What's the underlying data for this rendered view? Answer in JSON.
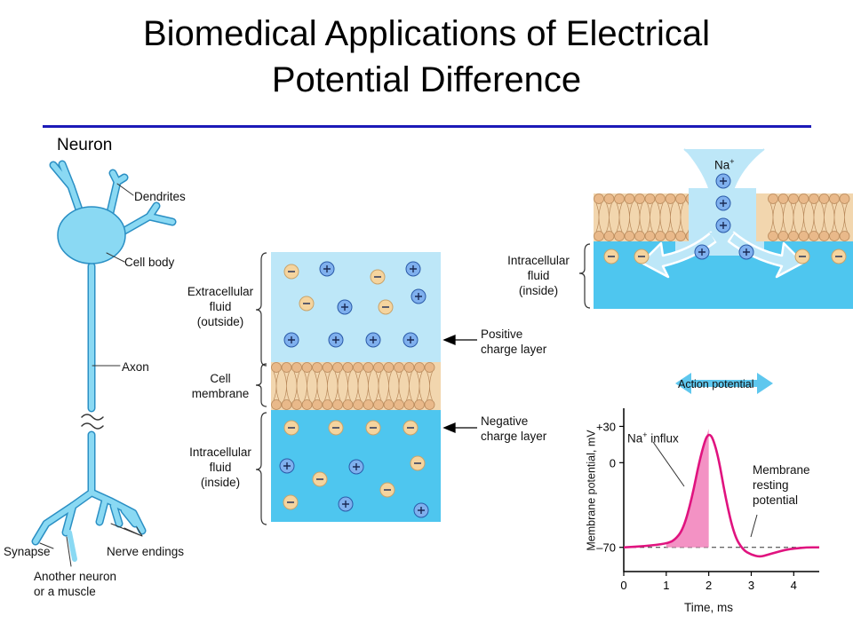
{
  "title": {
    "line1": "Biomedical Applications of Electrical",
    "line2": "Potential Difference"
  },
  "neuron_label": "Neuron",
  "neuron": {
    "dendrites": "Dendrites",
    "cell_body": "Cell body",
    "axon": "Axon",
    "synapse": "Synapse",
    "nerve_endings": "Nerve endings",
    "another": [
      "Another neuron",
      "or a muscle"
    ]
  },
  "membrane": {
    "extracellular": [
      "Extracellular",
      "fluid",
      "(outside)"
    ],
    "cell_membrane": [
      "Cell",
      "membrane"
    ],
    "intracellular": [
      "Intracellular",
      "fluid",
      "(inside)"
    ],
    "positive_layer": [
      "Positive",
      "charge layer"
    ],
    "negative_layer": [
      "Negative",
      "charge layer"
    ],
    "colors": {
      "outside": "#bde7f8",
      "inside": "#4ec6ef",
      "lipid": "#f2d6ae",
      "plus": "#3a79d8",
      "minus": "#f5d49e"
    }
  },
  "channel": {
    "na": "Na",
    "na_sup": "+",
    "intracellular": [
      "Intracellular",
      "fluid",
      "(inside)"
    ]
  },
  "graph": {
    "action_potential": "Action potential",
    "na_influx": "Na",
    "na_influx_sup": "+",
    "na_influx_text": " influx",
    "resting": [
      "Membrane",
      "resting",
      "potential"
    ],
    "ylabel": "Membrane potential, mV",
    "xlabel": "Time, ms",
    "xticks": [
      "0",
      "1",
      "2",
      "3",
      "4"
    ],
    "yticks": [
      "+30",
      "0",
      "–70"
    ],
    "curve_color": "#e0137f"
  },
  "chart_data": {
    "type": "line",
    "x": [
      0,
      0.5,
      1.0,
      1.2,
      1.4,
      1.6,
      1.8,
      2.0,
      2.2,
      2.4,
      2.6,
      2.8,
      3.0,
      3.2,
      3.4,
      3.6,
      3.8,
      4.0,
      4.3,
      4.6
    ],
    "y": [
      -70,
      -69,
      -67,
      -64,
      -55,
      -30,
      5,
      28,
      10,
      -30,
      -60,
      -72,
      -76,
      -78,
      -76,
      -74,
      -72,
      -71,
      -70,
      -70
    ],
    "xlabel": "Time, ms",
    "ylabel": "Membrane potential, mV",
    "xlim": [
      0,
      4.6
    ],
    "ylim": [
      -90,
      45
    ],
    "yticks": [
      30,
      0,
      -70
    ],
    "xticks": [
      0,
      1,
      2,
      3,
      4
    ],
    "shaded_region": "Na+ influx",
    "baseline": "Membrane resting potential"
  }
}
